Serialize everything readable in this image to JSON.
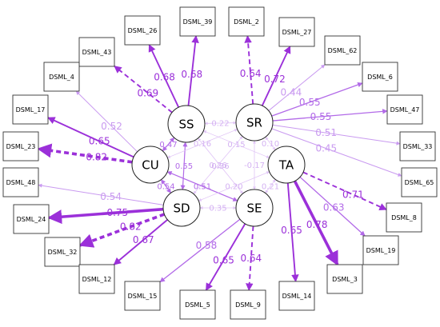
{
  "colors": {
    "strong": "#9b30d9",
    "medium": "#b26ae8",
    "light": "#c99af0",
    "faint": "#e0c4f6",
    "box_stroke": "#333333"
  },
  "latents": [
    {
      "id": "SS",
      "label": "SS"
    },
    {
      "id": "SR",
      "label": "SR"
    },
    {
      "id": "CU",
      "label": "CU"
    },
    {
      "id": "TA",
      "label": "TA"
    },
    {
      "id": "SD",
      "label": "SD"
    },
    {
      "id": "SE",
      "label": "SE"
    }
  ],
  "indicators": [
    {
      "id": "DSML_26",
      "label": "DSML_26"
    },
    {
      "id": "DSML_39",
      "label": "DSML_39"
    },
    {
      "id": "DSML_2",
      "label": "DSML_2"
    },
    {
      "id": "DSML_27",
      "label": "DSML_27"
    },
    {
      "id": "DSML_43",
      "label": "DSML_43"
    },
    {
      "id": "DSML_62",
      "label": "DSML_62"
    },
    {
      "id": "DSML_4",
      "label": "DSML_4"
    },
    {
      "id": "DSML_6",
      "label": "DSML_6"
    },
    {
      "id": "DSML_17",
      "label": "DSML_17"
    },
    {
      "id": "DSML_47",
      "label": "DSML_47"
    },
    {
      "id": "DSML_23",
      "label": "DSML_23"
    },
    {
      "id": "DSML_33",
      "label": "DSML_33"
    },
    {
      "id": "DSML_48",
      "label": "DSML_48"
    },
    {
      "id": "DSML_65",
      "label": "DSML_65"
    },
    {
      "id": "DSML_24",
      "label": "DSML_24"
    },
    {
      "id": "DSML_8",
      "label": "DSML_8"
    },
    {
      "id": "DSML_32",
      "label": "DSML_32"
    },
    {
      "id": "DSML_19",
      "label": "DSML_19"
    },
    {
      "id": "DSML_12",
      "label": "DSML_12"
    },
    {
      "id": "DSML_3",
      "label": "DSML_3"
    },
    {
      "id": "DSML_15",
      "label": "DSML_15"
    },
    {
      "id": "DSML_14",
      "label": "DSML_14"
    },
    {
      "id": "DSML_5",
      "label": "DSML_5"
    },
    {
      "id": "DSML_9",
      "label": "DSML_9"
    }
  ],
  "loadings": [
    {
      "from": "SS",
      "to": "DSML_43",
      "value": "0.69",
      "style": "dashed"
    },
    {
      "from": "SS",
      "to": "DSML_26",
      "value": "0.68",
      "style": "solid"
    },
    {
      "from": "SS",
      "to": "DSML_39",
      "value": "0.68",
      "style": "solid"
    },
    {
      "from": "SR",
      "to": "DSML_2",
      "value": "0.64",
      "style": "dashed"
    },
    {
      "from": "SR",
      "to": "DSML_27",
      "value": "0.72",
      "style": "solid"
    },
    {
      "from": "SR",
      "to": "DSML_62",
      "value": "0.44",
      "style": "solid"
    },
    {
      "from": "SR",
      "to": "DSML_6",
      "value": "0.55",
      "style": "solid"
    },
    {
      "from": "SR",
      "to": "DSML_47",
      "value": "0.55",
      "style": "solid"
    },
    {
      "from": "SR",
      "to": "DSML_33",
      "value": "0.51",
      "style": "solid"
    },
    {
      "from": "SR",
      "to": "DSML_65",
      "value": "0.45",
      "style": "solid"
    },
    {
      "from": "CU",
      "to": "DSML_4",
      "value": "0.52",
      "style": "solid"
    },
    {
      "from": "CU",
      "to": "DSML_17",
      "value": "0.65",
      "style": "solid"
    },
    {
      "from": "CU",
      "to": "DSML_23",
      "value": "0.82",
      "style": "dashed"
    },
    {
      "from": "TA",
      "to": "DSML_8",
      "value": "0.71",
      "style": "dashed"
    },
    {
      "from": "TA",
      "to": "DSML_19",
      "value": "0.63",
      "style": "solid"
    },
    {
      "from": "TA",
      "to": "DSML_3",
      "value": "0.78",
      "style": "solid"
    },
    {
      "from": "TA",
      "to": "DSML_14",
      "value": "0.65",
      "style": "solid"
    },
    {
      "from": "SD",
      "to": "DSML_48",
      "value": "0.54",
      "style": "solid"
    },
    {
      "from": "SD",
      "to": "DSML_24",
      "value": "0.75",
      "style": "solid"
    },
    {
      "from": "SD",
      "to": "DSML_32",
      "value": "0.82",
      "style": "dashed"
    },
    {
      "from": "SD",
      "to": "DSML_12",
      "value": "0.67",
      "style": "solid"
    },
    {
      "from": "SE",
      "to": "DSML_15",
      "value": "0.58",
      "style": "solid"
    },
    {
      "from": "SE",
      "to": "DSML_5",
      "value": "0.65",
      "style": "solid"
    },
    {
      "from": "SE",
      "to": "DSML_9",
      "value": "0.64",
      "style": "dashed"
    }
  ],
  "correlations": [
    {
      "a": "SS",
      "b": "SR",
      "value": "0.22"
    },
    {
      "a": "SS",
      "b": "CU",
      "value": "0.47"
    },
    {
      "a": "SS",
      "b": "TA",
      "value": "0.15"
    },
    {
      "a": "SS",
      "b": "SD",
      "value": "0.55"
    },
    {
      "a": "SS",
      "b": "SE",
      "value": "0.36"
    },
    {
      "a": "SR",
      "b": "CU",
      "value": "0.16"
    },
    {
      "a": "SR",
      "b": "TA",
      "value": "0.10"
    },
    {
      "a": "SR",
      "b": "SD",
      "value": "0.26"
    },
    {
      "a": "SR",
      "b": "SE",
      "value": "-0.17"
    },
    {
      "a": "CU",
      "b": "SD",
      "value": "0.54"
    },
    {
      "a": "CU",
      "b": "SE",
      "value": "0.51"
    },
    {
      "a": "TA",
      "b": "SD",
      "value": "0.20"
    },
    {
      "a": "TA",
      "b": "SE",
      "value": "0.21"
    },
    {
      "a": "SD",
      "b": "SE",
      "value": "0.35"
    }
  ]
}
